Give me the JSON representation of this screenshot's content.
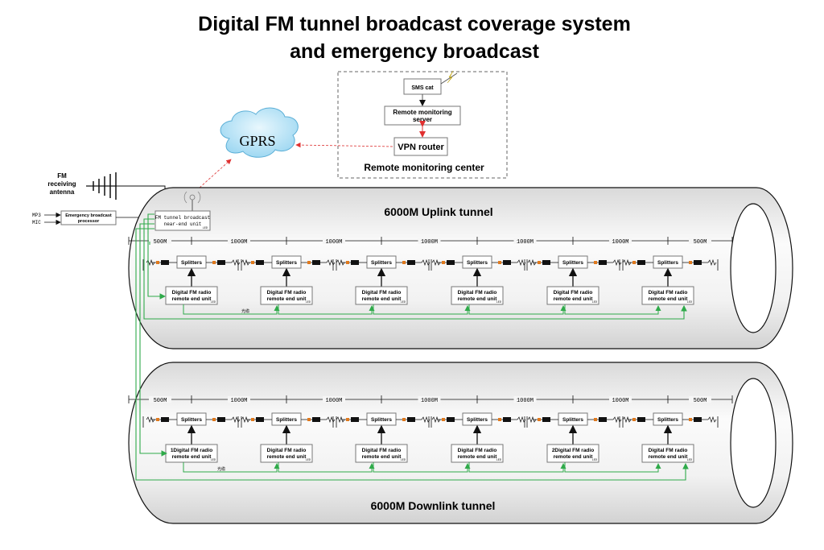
{
  "title": {
    "line1": "Digital FM tunnel broadcast coverage system",
    "line2": "and emergency broadcast"
  },
  "monitoring_center": {
    "label": "Remote monitoring center",
    "sms_cat": "SMS cat",
    "server_line1": "Remote monitoring",
    "server_line2": "server",
    "vpn_router": "VPN router"
  },
  "gprs": "GPRS",
  "antenna": {
    "line1": "FM",
    "line2": "receiving",
    "line3": "antenna"
  },
  "inputs": {
    "mp3": "MP3",
    "mic": "MIC"
  },
  "emergency_processor": {
    "line1": "Emergency broadcast",
    "line2": "processor"
  },
  "near_end": {
    "line1": "FM tunnel broadcast",
    "line2": "near-end unit",
    "tag": "LED"
  },
  "uplink": {
    "label": "6000M Uplink tunnel",
    "distances": [
      "500M",
      "1000M",
      "1000M",
      "1000M",
      "1000M",
      "1000M",
      "500M"
    ],
    "splitter_label": "Splitters",
    "remote_units": [
      {
        "line1": "Digital FM radio",
        "line2": "remote end unit",
        "tag": "LED"
      },
      {
        "line1": "Digital FM radio",
        "line2": "remote end unit",
        "tag": "LED"
      },
      {
        "line1": "Digital FM radio",
        "line2": "remote end unit",
        "tag": "LED"
      },
      {
        "line1": "Digital FM radio",
        "line2": "remote end unit",
        "tag": "LED"
      },
      {
        "line1": "Digital FM radio",
        "line2": "remote end unit",
        "tag": "LED"
      },
      {
        "line1": "Digital FM radio",
        "line2": "remote end unit",
        "tag": "LED"
      }
    ],
    "cable_label": "光缆"
  },
  "downlink": {
    "label": "6000M Downlink tunnel",
    "distances": [
      "500M",
      "1000M",
      "1000M",
      "1000M",
      "1000M",
      "1000M",
      "500M"
    ],
    "splitter_label": "Splitters",
    "remote_units": [
      {
        "line1": "1Digital FM radio",
        "line2": "remote end unit",
        "tag": "LED"
      },
      {
        "line1": "Digital FM radio",
        "line2": "remote end unit",
        "tag": "LED"
      },
      {
        "line1": "Digital FM radio",
        "line2": "remote end unit",
        "tag": "LED"
      },
      {
        "line1": "Digital FM radio",
        "line2": "remote end unit",
        "tag": "LED"
      },
      {
        "line1": "2Digital FM radio",
        "line2": "remote end unit",
        "tag": "LED"
      },
      {
        "line1": "Digital FM radio",
        "line2": "remote end unit",
        "tag": "LED"
      }
    ],
    "cable_label": "光缆"
  },
  "colors": {
    "fiber": "#2faa4a",
    "rf_link": "#e03030",
    "tunnel_fill_light": "#f7f7f7",
    "tunnel_fill_dark": "#d6d6d6",
    "cloud": "#bfe6f7"
  }
}
